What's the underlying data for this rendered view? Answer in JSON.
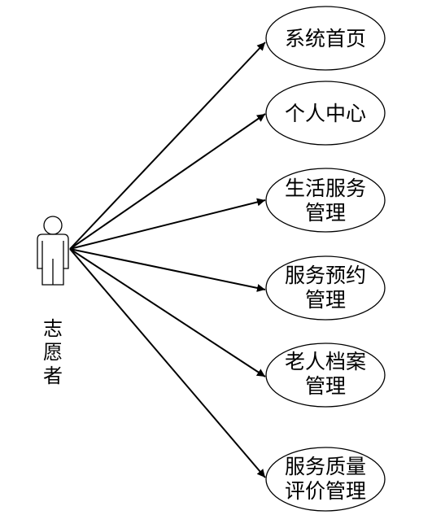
{
  "actor": {
    "name_lines": [
      "志",
      "愿",
      "者"
    ]
  },
  "use_cases": [
    {
      "lines": [
        "系统首页"
      ]
    },
    {
      "lines": [
        "个人中心"
      ]
    },
    {
      "lines": [
        "生活服务",
        "管理"
      ]
    },
    {
      "lines": [
        "服务预约",
        "管理"
      ]
    },
    {
      "lines": [
        "老人档案",
        "管理"
      ]
    },
    {
      "lines": [
        "服务质量",
        "评价管理"
      ]
    }
  ],
  "colors": {
    "stroke": "#000000",
    "background": "#ffffff"
  }
}
